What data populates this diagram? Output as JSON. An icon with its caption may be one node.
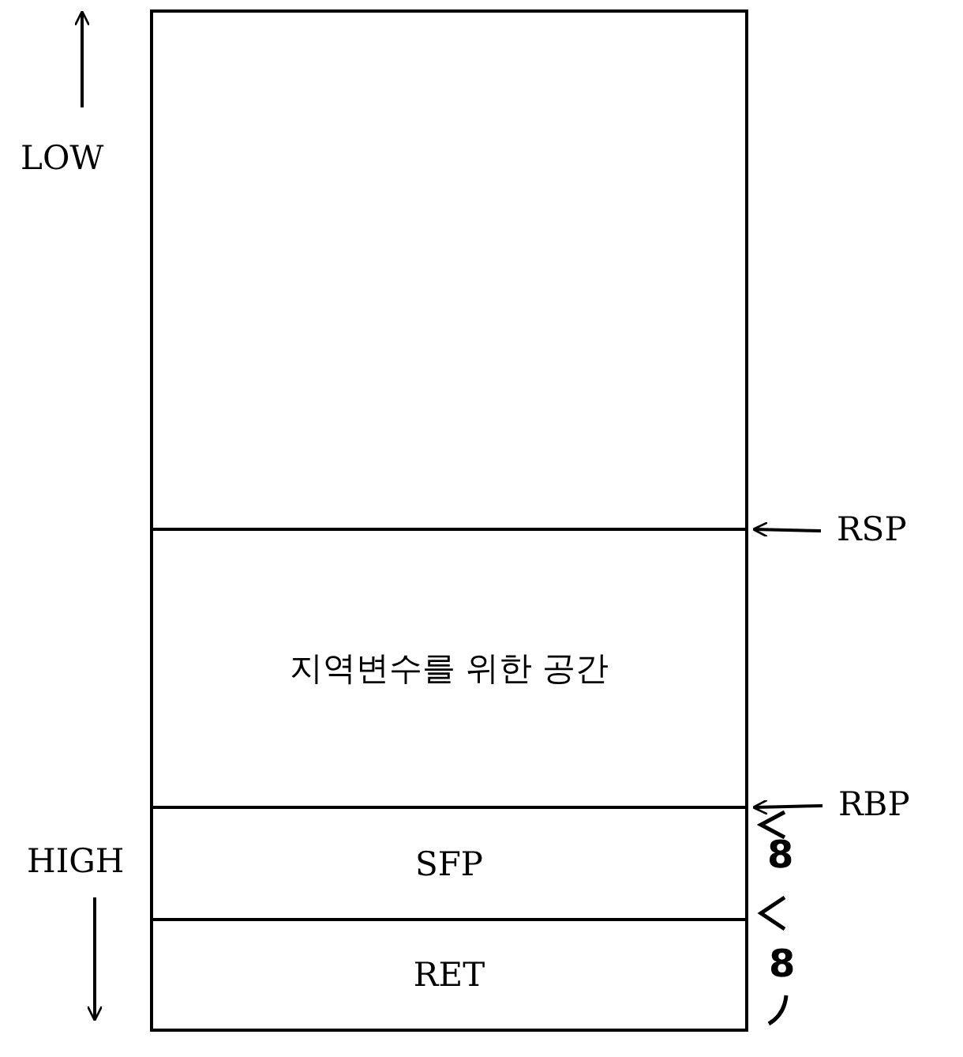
{
  "diagram": {
    "nodes": [
      {
        "text": [],
        "shape": "box"
      },
      {
        "text": [
          "지역변수를 위한 공간"
        ]
      },
      {
        "text": [
          "SFP"
        ]
      },
      {
        "text": [
          "RET"
        ]
      },
      {
        "text": [
          "RSP"
        ]
      },
      {
        "text": [
          "RBP"
        ]
      }
    ],
    "edges": [
      {
        "from": 4,
        "to": 1,
        "arrow": "to"
      },
      {
        "from": 5,
        "to": 2,
        "arrow": "to"
      }
    ],
    "labels": [
      "LOW",
      "HIGH",
      "8",
      "8"
    ]
  }
}
